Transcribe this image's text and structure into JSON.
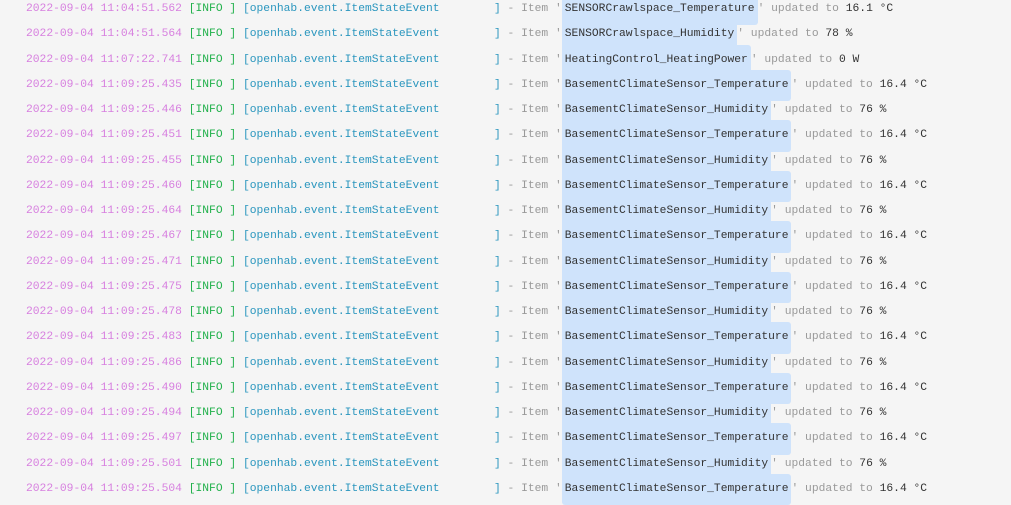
{
  "log": {
    "level": "[INFO ]",
    "source": "[openhab.event.ItemStateEvent",
    "separator": " - Item '",
    "updated": "' updated to ",
    "entries": [
      {
        "timestamp": "2022-09-04 11:04:51.562",
        "item": "SENSORCrawlspace_Temperature",
        "value": "16.1 °C"
      },
      {
        "timestamp": "2022-09-04 11:04:51.564",
        "item": "SENSORCrawlspace_Humidity",
        "value": "78 %"
      },
      {
        "timestamp": "2022-09-04 11:07:22.741",
        "item": "HeatingControl_HeatingPower",
        "value": "0 W"
      },
      {
        "timestamp": "2022-09-04 11:09:25.435",
        "item": "BasementClimateSensor_Temperature",
        "value": "16.4 °C"
      },
      {
        "timestamp": "2022-09-04 11:09:25.446",
        "item": "BasementClimateSensor_Humidity",
        "value": "76 %"
      },
      {
        "timestamp": "2022-09-04 11:09:25.451",
        "item": "BasementClimateSensor_Temperature",
        "value": "16.4 °C"
      },
      {
        "timestamp": "2022-09-04 11:09:25.455",
        "item": "BasementClimateSensor_Humidity",
        "value": "76 %"
      },
      {
        "timestamp": "2022-09-04 11:09:25.460",
        "item": "BasementClimateSensor_Temperature",
        "value": "16.4 °C"
      },
      {
        "timestamp": "2022-09-04 11:09:25.464",
        "item": "BasementClimateSensor_Humidity",
        "value": "76 %"
      },
      {
        "timestamp": "2022-09-04 11:09:25.467",
        "item": "BasementClimateSensor_Temperature",
        "value": "16.4 °C"
      },
      {
        "timestamp": "2022-09-04 11:09:25.471",
        "item": "BasementClimateSensor_Humidity",
        "value": "76 %"
      },
      {
        "timestamp": "2022-09-04 11:09:25.475",
        "item": "BasementClimateSensor_Temperature",
        "value": "16.4 °C"
      },
      {
        "timestamp": "2022-09-04 11:09:25.478",
        "item": "BasementClimateSensor_Humidity",
        "value": "76 %"
      },
      {
        "timestamp": "2022-09-04 11:09:25.483",
        "item": "BasementClimateSensor_Temperature",
        "value": "16.4 °C"
      },
      {
        "timestamp": "2022-09-04 11:09:25.486",
        "item": "BasementClimateSensor_Humidity",
        "value": "76 %"
      },
      {
        "timestamp": "2022-09-04 11:09:25.490",
        "item": "BasementClimateSensor_Temperature",
        "value": "16.4 °C"
      },
      {
        "timestamp": "2022-09-04 11:09:25.494",
        "item": "BasementClimateSensor_Humidity",
        "value": "76 %"
      },
      {
        "timestamp": "2022-09-04 11:09:25.497",
        "item": "BasementClimateSensor_Temperature",
        "value": "16.4 °C"
      },
      {
        "timestamp": "2022-09-04 11:09:25.501",
        "item": "BasementClimateSensor_Humidity",
        "value": "76 %"
      },
      {
        "timestamp": "2022-09-04 11:09:25.504",
        "item": "BasementClimateSensor_Temperature",
        "value": "16.4 °C"
      }
    ]
  }
}
